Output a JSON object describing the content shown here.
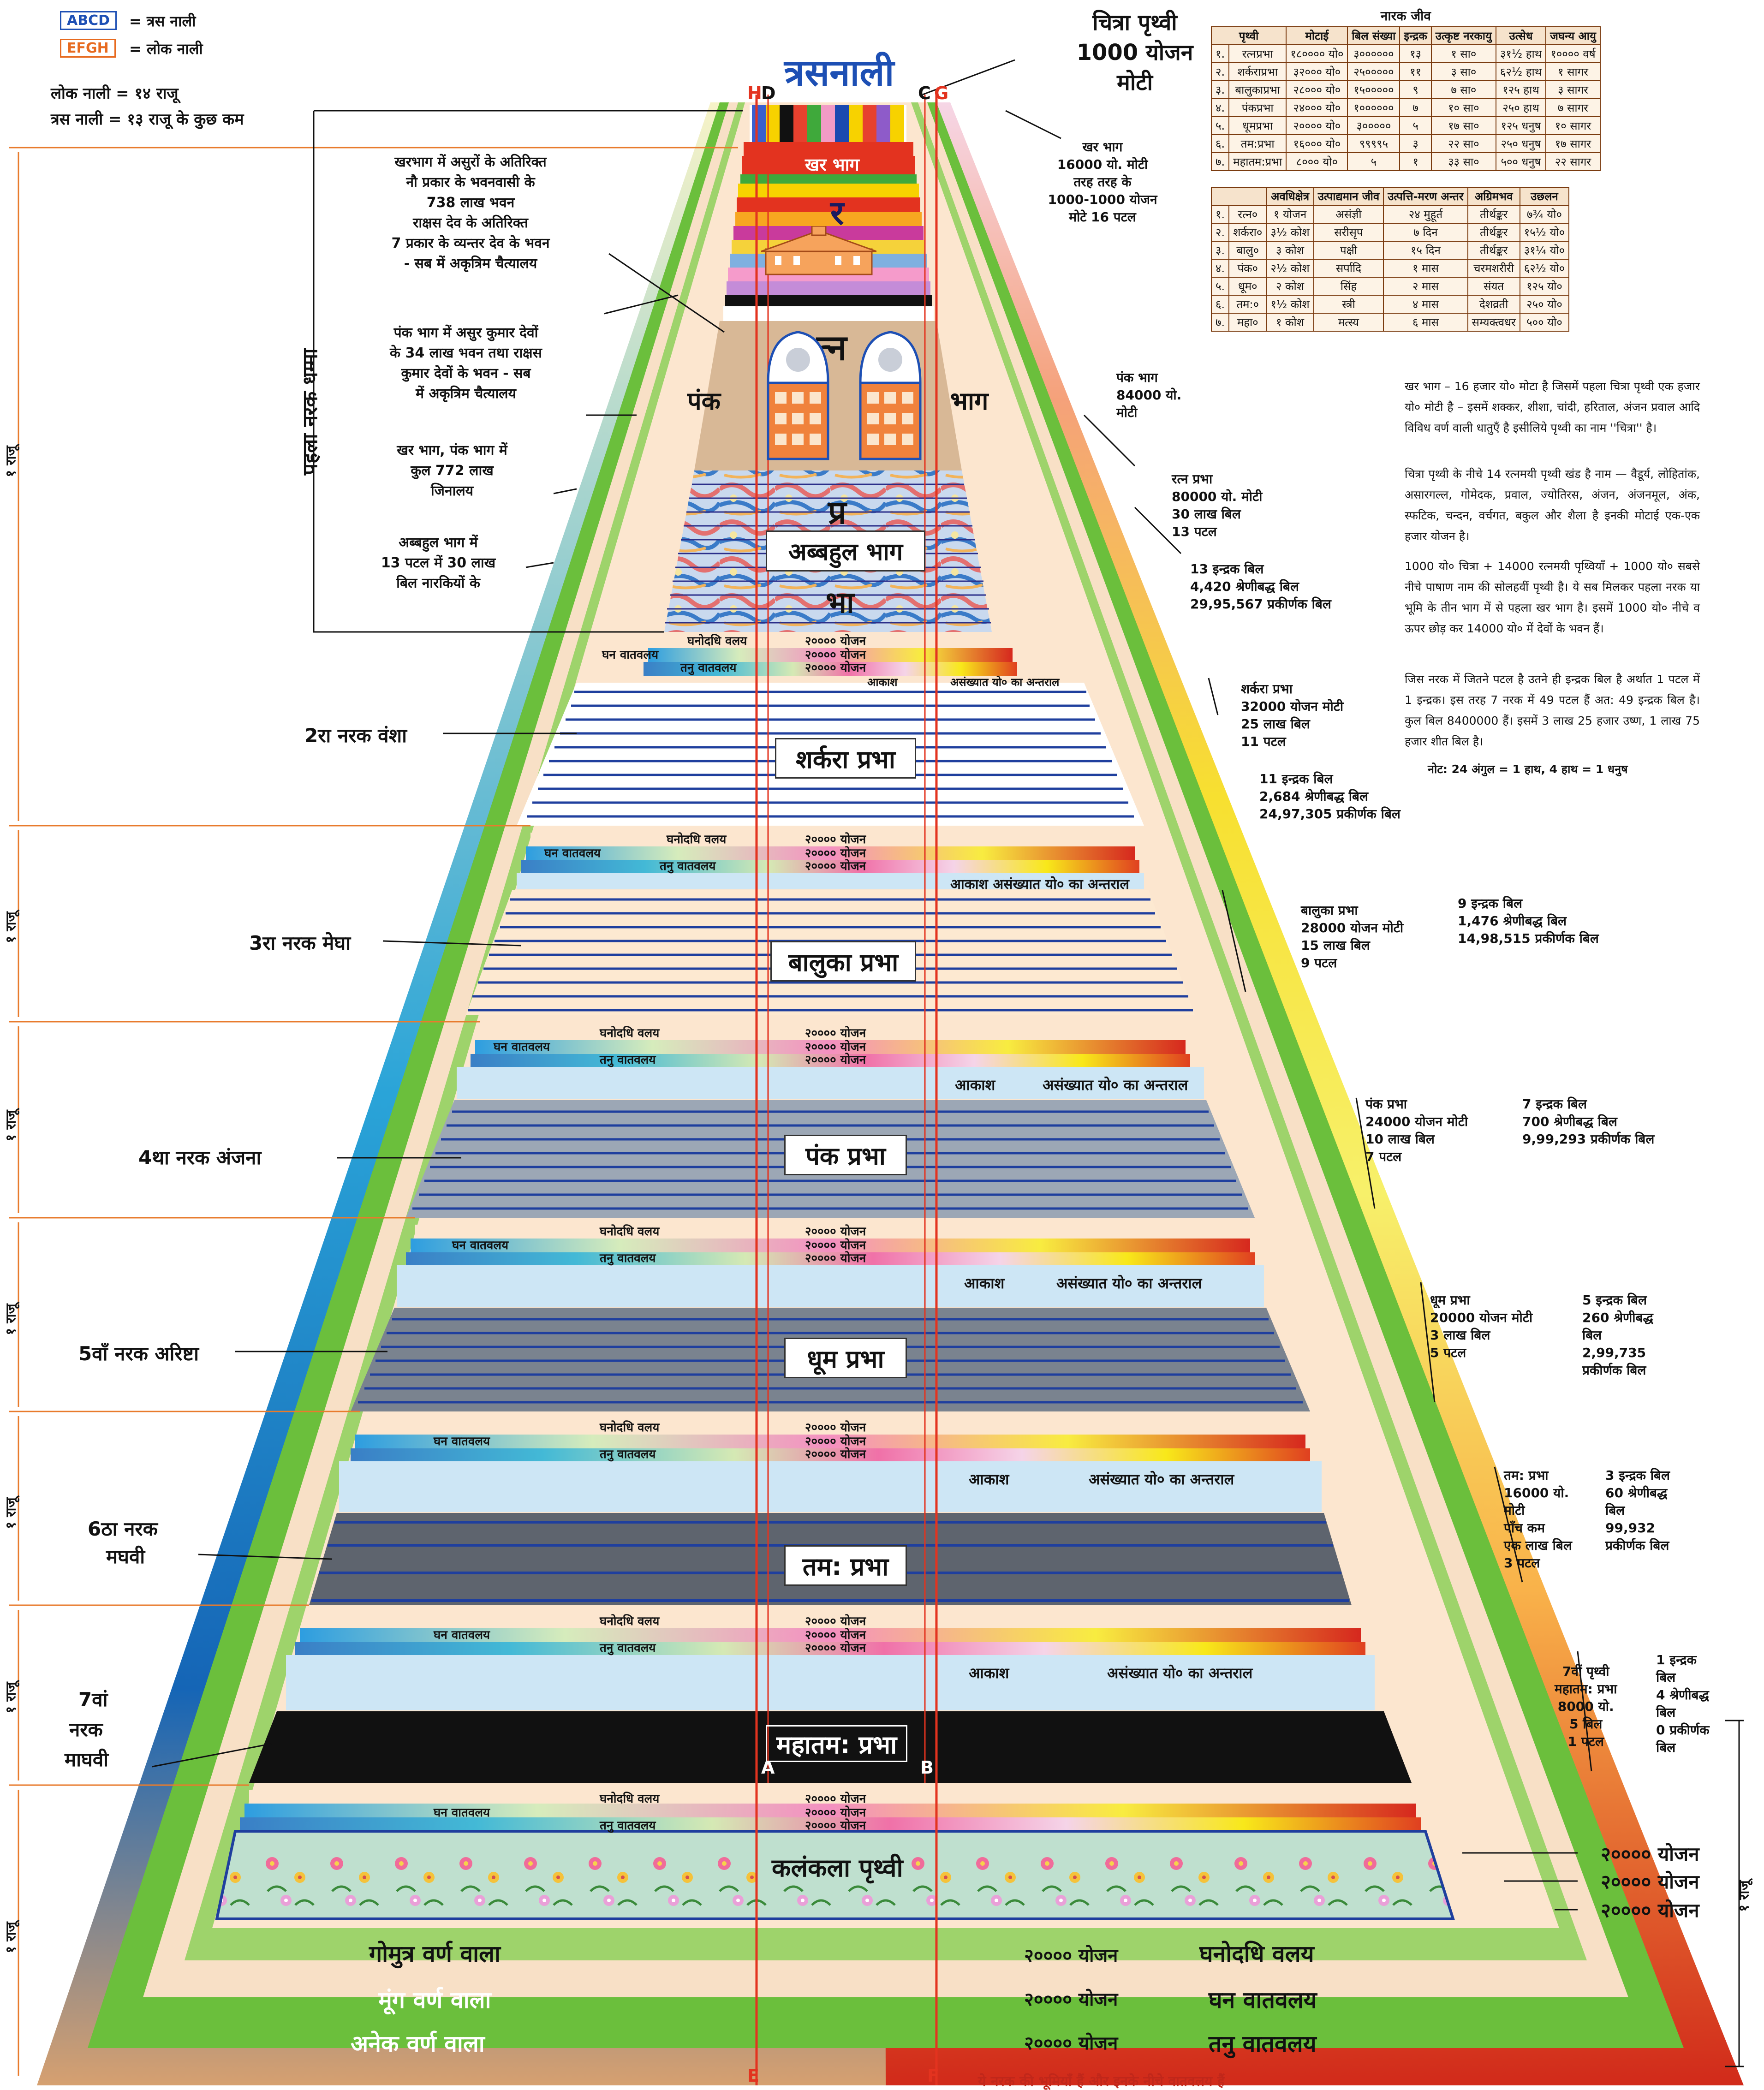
{
  "legend": {
    "abcd_key": "ABCD",
    "abcd_text": "= त्रस नाली",
    "efgh_key": "EFGH",
    "efgh_text": "= लोक नाली",
    "lok_naali": "लोक नाली = १४ राजू",
    "tras_naali": "त्रस नाली = १३ राजू के कुछ कम"
  },
  "top": {
    "title": "त्रसनाली",
    "chitra_line1": "चित्रा पृथ्वी",
    "chitra_line2": "1000 योजन",
    "chitra_line3": "मोटी",
    "corner_h": "H",
    "corner_d": "D",
    "corner_c": "C",
    "corner_g": "G",
    "corner_a": "A",
    "corner_b": "B",
    "corner_e": "E",
    "corner_f": "F"
  },
  "first_hell": {
    "khar_bhag": "खर भाग",
    "ra": "र",
    "tna": "त्न",
    "pra": "प्र",
    "bha": "भा",
    "pank": "पंक",
    "bhag": "भाग",
    "abbahul": "अब्बहुल भाग",
    "vertical_label": "पहला नरक धम्मा",
    "note1": [
      "खरभाग में असुरों के अतिरिक्त",
      "नौ प्रकार के भवनवासी के",
      "738 लाख भवन",
      "राक्षस देव के अतिरिक्त",
      "7 प्रकार के व्यन्तर देव के भवन",
      "- सब में अकृत्रिम चैत्यालय"
    ],
    "note2": [
      "पंक भाग में असुर कुमार देवों",
      "के 34 लाख भवन तथा राक्षस",
      "कुमार देवों के भवन - सब",
      "में अकृत्रिम चैत्यालय"
    ],
    "note3": [
      "खर भाग, पंक भाग में",
      "कुल 772 लाख",
      "जिनालय"
    ],
    "note4": [
      "अब्बहुल भाग में",
      "13 पटल में 30 लाख",
      "बिल नारकियों के"
    ]
  },
  "right_notes": {
    "khar": [
      "खर भाग",
      "16000 यो. मोटी",
      "तरह तरह के",
      "1000-1000 योजन",
      "मोटे 16 पटल"
    ],
    "pank": [
      "पंक भाग",
      "84000 यो.",
      "मोटी"
    ],
    "ratna": [
      "रत्न प्रभा",
      "80000 यो. मोटी",
      "30 लाख बिल",
      "13 पटल"
    ],
    "ratna_bil": [
      "13 इन्द्रक बिल",
      "4,420 श्रेणीबद्ध बिल",
      "29,95,567 प्रकीर्णक बिल"
    ],
    "sharkara": [
      "शर्करा प्रभा",
      "32000 योजन मोटी",
      "25 लाख बिल",
      "11 पटल"
    ],
    "sharkara_bil": [
      "11 इन्द्रक बिल",
      "2,684 श्रेणीबद्ध बिल",
      "24,97,305 प्रकीर्णक बिल"
    ],
    "baluka": [
      "बालुका प्रभा",
      "28000 योजन मोटी",
      "15 लाख बिल",
      "9 पटल"
    ],
    "baluka_bil": [
      "9 इन्द्रक बिल",
      "1,476 श्रेणीबद्ध बिल",
      "14,98,515 प्रकीर्णक बिल"
    ],
    "pankp": [
      "पंक प्रभा",
      "24000 योजन मोटी",
      "10 लाख बिल",
      "7 पटल"
    ],
    "pankp_bil": [
      "7 इन्द्रक बिल",
      "700 श्रेणीबद्ध बिल",
      "9,99,293 प्रकीर्णक बिल"
    ],
    "dhum": [
      "धूम प्रभा",
      "20000 योजन मोटी",
      "3 लाख बिल",
      "5 पटल"
    ],
    "dhum_bil": [
      "5 इन्द्रक बिल",
      "260 श्रेणीबद्ध",
      "बिल",
      "2,99,735",
      "प्रकीर्णक बिल"
    ],
    "tam": [
      "तम: प्रभा",
      "16000 यो.",
      "मोटी",
      "पाँच कम",
      "एक लाख बिल",
      "3 पटल"
    ],
    "tam_bil": [
      "3 इन्द्रक बिल",
      "60 श्रेणीबद्ध",
      "बिल",
      "99,932",
      "प्रकीर्णक बिल"
    ],
    "maha": [
      "7वीं पृथ्वी",
      "महातम: प्रभा",
      "8000 यो.",
      "5 बिल",
      "1 पटल"
    ],
    "maha_bil": [
      "1 इन्द्रक",
      "बिल",
      "4 श्रेणीबद्ध",
      "बिल",
      "0 प्रकीर्णक",
      "बिल"
    ]
  },
  "levels": {
    "sharkara": "शर्करा प्रभा",
    "baluka": "बालुका प्रभा",
    "pank": "पंक प्रभा",
    "dhum": "धूम प्रभा",
    "tam": "तम: प्रभा",
    "mahatam": "महातम: प्रभा",
    "kalankala": "कलंकला पृथ्वी"
  },
  "left_labels": {
    "n2": "2रा नरक वंशा",
    "n3": "3रा नरक मेघा",
    "n4": "4था नरक अंजना",
    "n5": "5वाँ नरक अरिष्टा",
    "n6a": "6ठा नरक",
    "n6b": "मघवी",
    "n7a": "7वां",
    "n7b": "नरक",
    "n7c": "माघवी"
  },
  "vatavalay": {
    "ghanodadhi": "घनोदधि वलय",
    "ghan": "घन वातवलय",
    "tanu": "तनु वातवलय",
    "yojan": "२०००० योजन",
    "akash": "आकाश",
    "antaral": "असंख्यात यो० का अन्तराल",
    "akash_full": "आकाश असंख्यात यो० का अन्तराल"
  },
  "bottom": {
    "gomutra": "गोमुत्र वर्ण वाला",
    "moong": "मूंग वर्ण वाला",
    "anek": "अनेक वर्ण वाला",
    "yojan": "२०००० योजन",
    "ghanodadhi": "घनोदधि वलय",
    "ghan": "घन वातवलय",
    "tanu": "तनु वातवलय",
    "right_yojan": "२०००० योजन"
  },
  "raju": "१ राजू",
  "table1": {
    "title": "नारक जीव",
    "headers": [
      "पृथ्वी",
      "मोटाई",
      "बिल संख्या",
      "इन्द्रक",
      "उत्कृष्ट नरकायु",
      "उत्सेध",
      "जघन्य आयु"
    ],
    "rows": [
      [
        "१.",
        "रत्नप्रभा",
        "१८०००० यो०",
        "३००००००",
        "१३",
        "१ सा०",
        "३१½ हाथ",
        "१०००० वर्ष"
      ],
      [
        "२.",
        "शर्कराप्रभा",
        "३२००० यो०",
        "२५०००००",
        "११",
        "३ सा०",
        "६२½ हाथ",
        "१ सागर"
      ],
      [
        "३.",
        "बालुकाप्रभा",
        "२८००० यो०",
        "१५०००००",
        "९",
        "७ सा०",
        "१२५ हाथ",
        "३ सागर"
      ],
      [
        "४.",
        "पंकप्रभा",
        "२४००० यो०",
        "१००००००",
        "७",
        "१० सा०",
        "२५० हाथ",
        "७ सागर"
      ],
      [
        "५.",
        "धूमप्रभा",
        "२०००० यो०",
        "३०००००",
        "५",
        "१७ सा०",
        "१२५ धनुष",
        "१० सागर"
      ],
      [
        "६.",
        "तम:प्रभा",
        "१६००० यो०",
        "९९९९५",
        "३",
        "२२ सा०",
        "२५० धनुष",
        "१७ सागर"
      ],
      [
        "७.",
        "महातम:प्रभा",
        "८००० यो०",
        "५",
        "१",
        "३३ सा०",
        "५०० धनुष",
        "२२ सागर"
      ]
    ]
  },
  "table2": {
    "headers": [
      "",
      "अवधिक्षेत्र",
      "उत्पाद्यमान जीव",
      "उत्पत्ति-मरण अन्तर",
      "अग्रिमभव",
      "उछलन"
    ],
    "rows": [
      [
        "१.",
        "रत्न०",
        "१ योजन",
        "असंज्ञी",
        "२४ मुहूर्त",
        "तीर्थङ्कर",
        "७¾ यो०"
      ],
      [
        "२.",
        "शर्करा०",
        "३½ कोश",
        "सरीसृप",
        "७ दिन",
        "तीर्थङ्कर",
        "१५½ यो०"
      ],
      [
        "३.",
        "बालु०",
        "३ कोश",
        "पक्षी",
        "१५ दिन",
        "तीर्थङ्कर",
        "३१¼ यो०"
      ],
      [
        "४.",
        "पंक०",
        "२½ कोश",
        "सर्पादि",
        "१ मास",
        "चरमशरीरी",
        "६२½ यो०"
      ],
      [
        "५.",
        "धूम०",
        "२ कोश",
        "सिंह",
        "२ मास",
        "संयत",
        "१२५ यो०"
      ],
      [
        "६.",
        "तम:०",
        "१½ कोश",
        "स्त्री",
        "४ मास",
        "देशव्रती",
        "२५० यो०"
      ],
      [
        "७.",
        "महा०",
        "१ कोश",
        "मत्स्य",
        "६ मास",
        "सम्यक्त्वधर",
        "५०० यो०"
      ]
    ]
  },
  "paragraphs": {
    "p1": "खर भाग – 16 हजार यो० मोटा है जिसमें पहला चित्रा पृथ्वी एक हजार यो० मोटी है – इसमें शक्कर, शीशा, चांदी, हरिताल, अंजन प्रवाल आदि विविध वर्ण वाली धातुएँ है इसीलिये पृथ्वी का नाम ''चित्रा'' है।",
    "p2": "चित्रा पृथ्वी के नीचे 14 रत्नमयी पृथ्वी खंड है नाम — वैडूर्य, लोहितांक, असारगल्ल, गोमेदक, प्रवाल, ज्योतिरस, अंजन, अंजनमूल, अंक, स्फटिक, चन्दन, वर्चगत, बकुल और शैला है इनकी मोटाई एक-एक हजार योजन है।",
    "p3": "1000 यो० चित्रा + 14000 रत्नमयी पृथ्वियाँ + 1000 यो० सबसे नीचे पाषाण नाम की सोलहवीं पृथ्वी है। ये सब मिलकर पहला नरक या भूमि के तीन भाग में से पहला खर भाग है। इसमें 1000 यो० नीचे व ऊपर छोड़ कर 14000 यो० में देवों के भवन हैं।",
    "p4": "जिस नरक में जितने पटल है उतने ही इन्द्रक बिल है अर्थात 1 पटल में 1 इन्द्रक। इस तरह 7 नरक में 49 पटल हैं अत: 49 इन्द्रक बिल है। कुल बिल 8400000 हैं। इसमें 3 लाख 25 हजार उष्ण, 1 लाख 75 हजार शीत बिल है।",
    "note": "नोट: 24 अंगुल = 1 हाथ,     4 हाथ = 1 धनुष"
  },
  "footer_text": "ये नरक की भूमियाँ हैं और इनके नीचे वातवलय हैं"
}
